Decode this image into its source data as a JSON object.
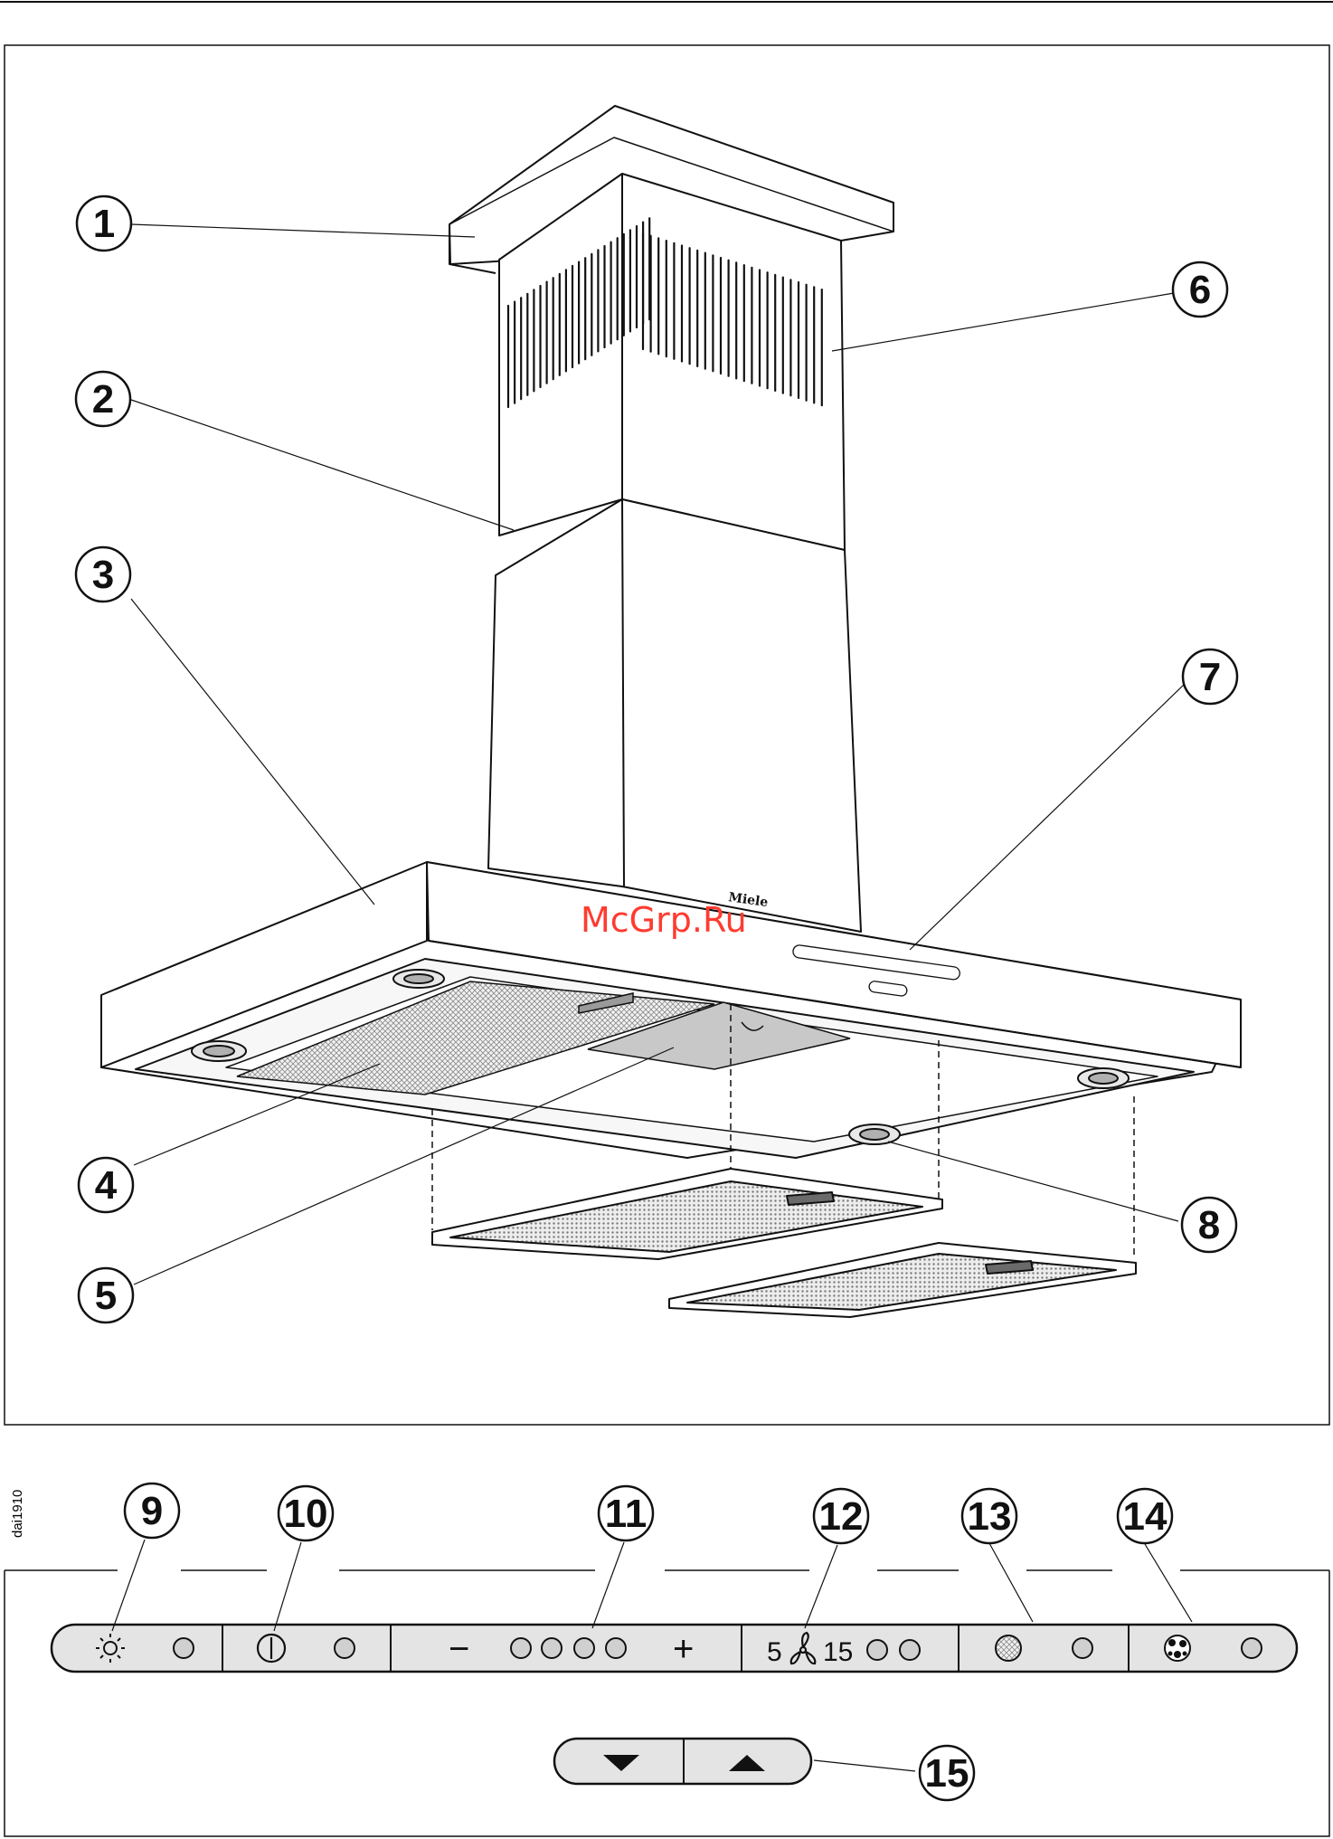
{
  "figure_code": "dai1910",
  "watermark": "McGrp.Ru",
  "brand": "Miele",
  "callouts_top": [
    "1",
    "2",
    "3",
    "4",
    "5",
    "6",
    "7",
    "8"
  ],
  "callouts_bottom": [
    "9",
    "10",
    "11",
    "12",
    "13",
    "14",
    "15"
  ],
  "panel": {
    "fan_min": "5",
    "fan_max": "15",
    "minus": "−",
    "plus": "+"
  },
  "icons": {
    "light": "sun-icon",
    "power": "power-icon",
    "grease_filter": "grease-filter-icon",
    "odour_filter": "odour-filter-icon",
    "timer_fan": "fan-icon",
    "down": "arrow-down-icon",
    "up": "arrow-up-icon"
  },
  "colors": {
    "line": "#111111",
    "panel_fill": "#e4e4e4",
    "filter_fill": "#cfcfcf",
    "led_fill": "#d0d0d0"
  }
}
